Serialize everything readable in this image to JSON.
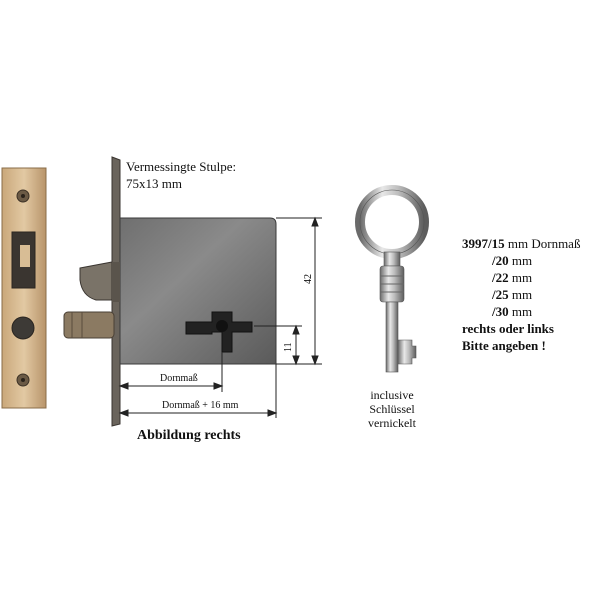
{
  "stulpe_label_line1": "Vermessingte Stulpe:",
  "stulpe_label_line2": "75x13 mm",
  "dimension_42": "42",
  "dimension_11": "11",
  "dornmass_label": "Dornmaß",
  "dornmass_plus_label": "Dornmaß + 16 mm",
  "caption": "Abbildung rechts",
  "key_caption": [
    "inclusive",
    "Schlüssel",
    "vernickelt"
  ],
  "spec": {
    "article": "3997",
    "sizes": [
      "/15",
      "/20",
      "/22",
      "/25",
      "/30"
    ],
    "unit_first": "mm Dornmaß",
    "unit": "mm",
    "note1": "rechts oder links",
    "note2": "Bitte angeben !"
  }
}
